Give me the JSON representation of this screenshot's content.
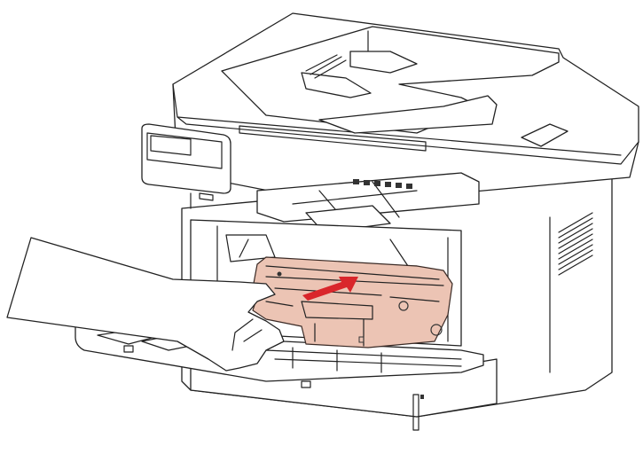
{
  "figure": {
    "subject": "Printer with toner cartridge being inserted by hand",
    "alt": "Line drawing of a multifunction laser printer with front cover open; a hand pushes a highlighted toner cartridge into the printer, red arrow indicates insertion direction"
  },
  "colors": {
    "background": "#ffffff",
    "line": "#222222",
    "cartridge_fill": "#ecc4b4",
    "arrow": "#d9262b"
  },
  "icons": {
    "arrow": "insert-direction-arrow"
  }
}
